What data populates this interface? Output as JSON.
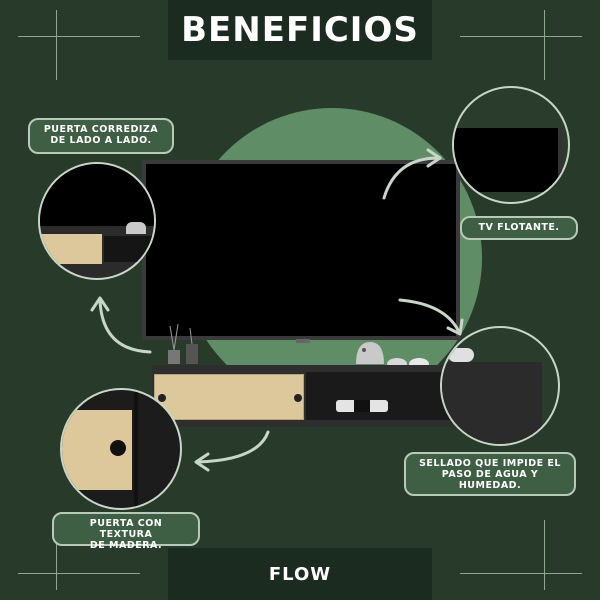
{
  "header": {
    "title": "BENEFICIOS"
  },
  "callouts": {
    "sliding_door": "PUERTA CORREDIZA\nDE LADO A LADO.",
    "floating_tv": "TV FLOTANTE.",
    "sealed": "SELLADO QUE IMPIDE EL\nPASO DE AGUA Y\nHUMEDAD.",
    "wood_door": "PUERTA CON TEXTURA\nDE MADERA."
  },
  "footer": {
    "product_name": "FLOW"
  },
  "colors": {
    "background": "#283b2b",
    "accent_circle": "#5f8e66",
    "pill": "#3f5f44",
    "wood": "#dcc89a"
  }
}
